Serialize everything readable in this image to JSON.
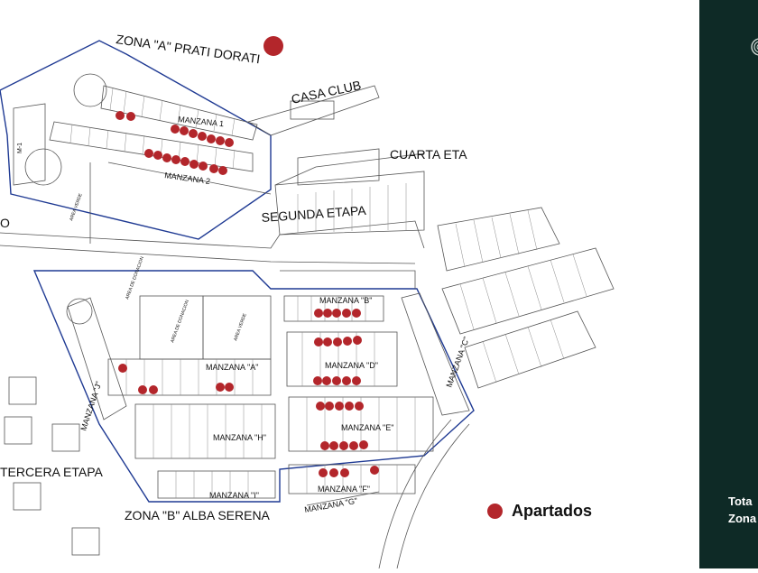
{
  "map": {
    "labels": {
      "zona_a": "ZONA \"A\" PRATI DORATI",
      "casa_club": "CASA CLUB",
      "cuarta_etapa": "CUARTA ETA",
      "segunda_etapa": "SEGUNDA ETAPA",
      "tercera_etapa": "TERCERA ETAPA",
      "zona_b": "ZONA \"B\" ALBA SERENA",
      "manzana_1": "MANZANA 1",
      "manzana_2": "MANZANA 2",
      "manzana_b": "MANZANA \"B\"",
      "manzana_c": "MANZANA \"C\"",
      "manzana_a": "MANZANA \"A\"",
      "manzana_d": "MANZANA \"D\"",
      "manzana_e": "MANZANA \"E\"",
      "manzana_h": "MANZANA \"H\"",
      "manzana_f": "MANZANA \"F\"",
      "manzana_i": "MANZANA \"I\"",
      "manzana_j": "MANZANA \"J\"",
      "manzana_g": "MANZANA \"G\"",
      "m1": "M-1",
      "area_verde_1": "AREA VERDE",
      "area_verde_2": "AREA VERDE",
      "area_donacion_1": "AREA DE DONACION",
      "area_donacion_2": "AREA DE DONACION",
      "left_o": "O"
    },
    "marker_color": "#b3262b"
  },
  "legend": {
    "label": "Apartados",
    "color": "#b3262b"
  },
  "panel": {
    "logo_icon": "circle-logo-icon",
    "line1": "Tota",
    "line2": "Zona",
    "background": "#0e2a26"
  }
}
